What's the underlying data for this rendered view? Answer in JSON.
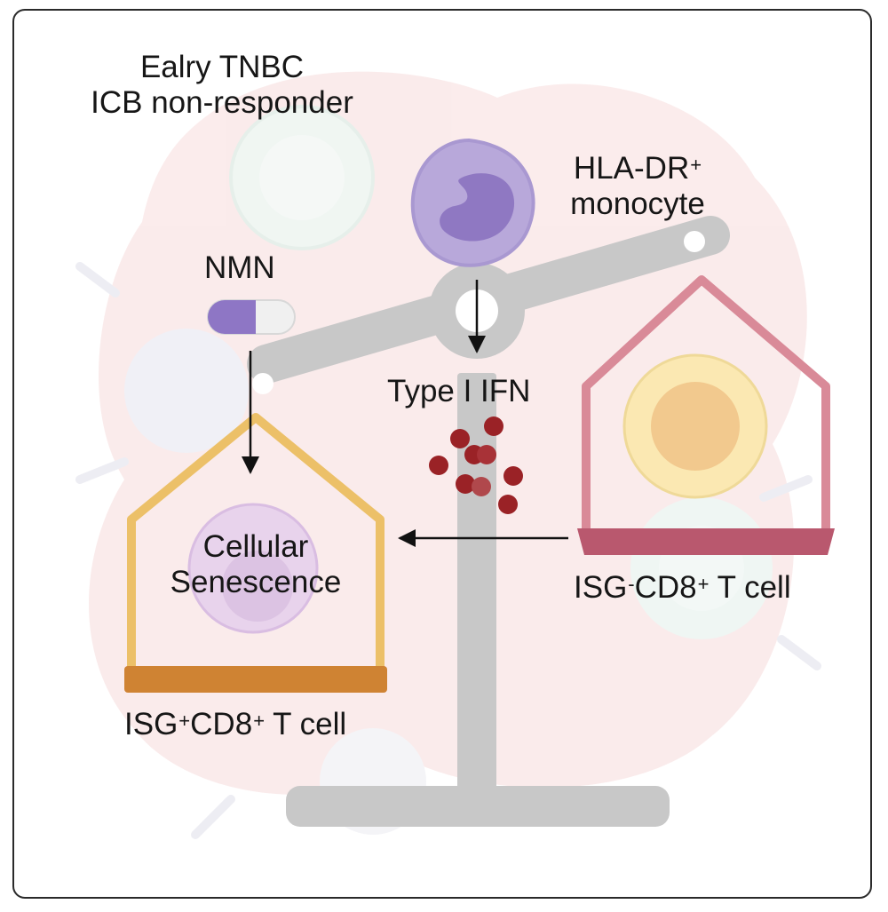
{
  "title_line1": "Ealry TNBC",
  "title_line2": "ICB non-responder",
  "monocyte": {
    "line1_base": "HLA-DR",
    "line1_sup": "+",
    "line2": "monocyte"
  },
  "nmn_label": "NMN",
  "ifn_label": "Type I IFN",
  "senescence_line1": "Cellular",
  "senescence_line2": "Senescence",
  "isg_neg_label": {
    "p1": "ISG",
    "s1": "-",
    "p2": "CD8",
    "s2": "+",
    "p3": " T cell"
  },
  "isg_pos_label": {
    "p1": "ISG",
    "s1": "+",
    "p2": "CD8",
    "s2": "+",
    "p3": " T cell"
  },
  "colors": {
    "scale_gray": "#c8c8c8",
    "left_pan_frame": "#ecc068",
    "left_pan_base": "#cf8333",
    "right_pan_frame": "#d98a98",
    "right_pan_base": "#b9586e",
    "monocyte": "#b8a8da",
    "monocyte_nucleus": "#8f78c2",
    "ifn_dot": "#9a2226",
    "pill_purple": "#8e76c5",
    "senescent_cell": "#e8d3ec",
    "tcell_outer": "#fbe8b2",
    "tcell_inner": "#f2c98e",
    "background_tumor": "#f9e9e9"
  },
  "icons": {
    "pill": "capsule-icon",
    "monocyte": "monocyte-cell-icon",
    "cytokine": "cytokine-dots-icon"
  }
}
